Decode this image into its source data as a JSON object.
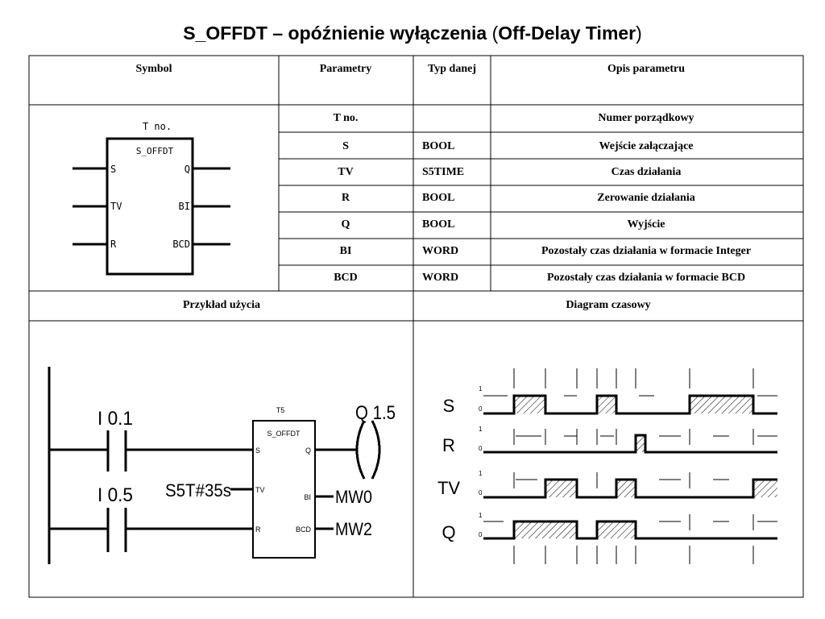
{
  "title": {
    "main": "S_OFFDT – opóźnienie wyłączenia",
    "paren_open": "(",
    "english": "Off-Delay Timer",
    "paren_close": ")"
  },
  "table": {
    "headers": [
      "Symbol",
      "Parametry",
      "Typ danej",
      "Opis parametru"
    ],
    "rows": [
      {
        "param": "T no.",
        "type": "",
        "desc": "Numer porządkowy"
      },
      {
        "param": "S",
        "type": "BOOL",
        "desc": "Wejście załączające"
      },
      {
        "param": "TV",
        "type": "S5TIME",
        "desc": "Czas działania"
      },
      {
        "param": "R",
        "type": "BOOL",
        "desc": "Zerowanie działania"
      },
      {
        "param": "Q",
        "type": "BOOL",
        "desc": "Wyjście"
      },
      {
        "param": "BI",
        "type": "WORD",
        "desc": "Pozostały czas działania w formacie Integer"
      },
      {
        "param": "BCD",
        "type": "WORD",
        "desc": "Pozostały czas działania w formacie BCD"
      }
    ],
    "section_headers": {
      "example": "Przykład użycia",
      "timing": "Diagram czasowy"
    }
  },
  "symbol_block": {
    "tno": "T no.",
    "name": "S_OFFDT",
    "inputs": [
      "S",
      "TV",
      "R"
    ],
    "outputs": [
      "Q",
      "BI",
      "BCD"
    ]
  },
  "ladder": {
    "contact1": "I 0.1",
    "contact2": "I 0.5",
    "timer_no": "T5",
    "block_name": "S_OFFDT",
    "pins_in": [
      "S",
      "TV",
      "R"
    ],
    "pins_out": [
      "Q",
      "BI",
      "BCD"
    ],
    "time_value": "S5T#35s",
    "coil": "Q 1.5",
    "out_bi": "MW0",
    "out_bcd": "MW2"
  },
  "timing": {
    "signals": [
      "S",
      "R",
      "TV",
      "Q"
    ],
    "level_high": "1",
    "level_low": "0"
  }
}
